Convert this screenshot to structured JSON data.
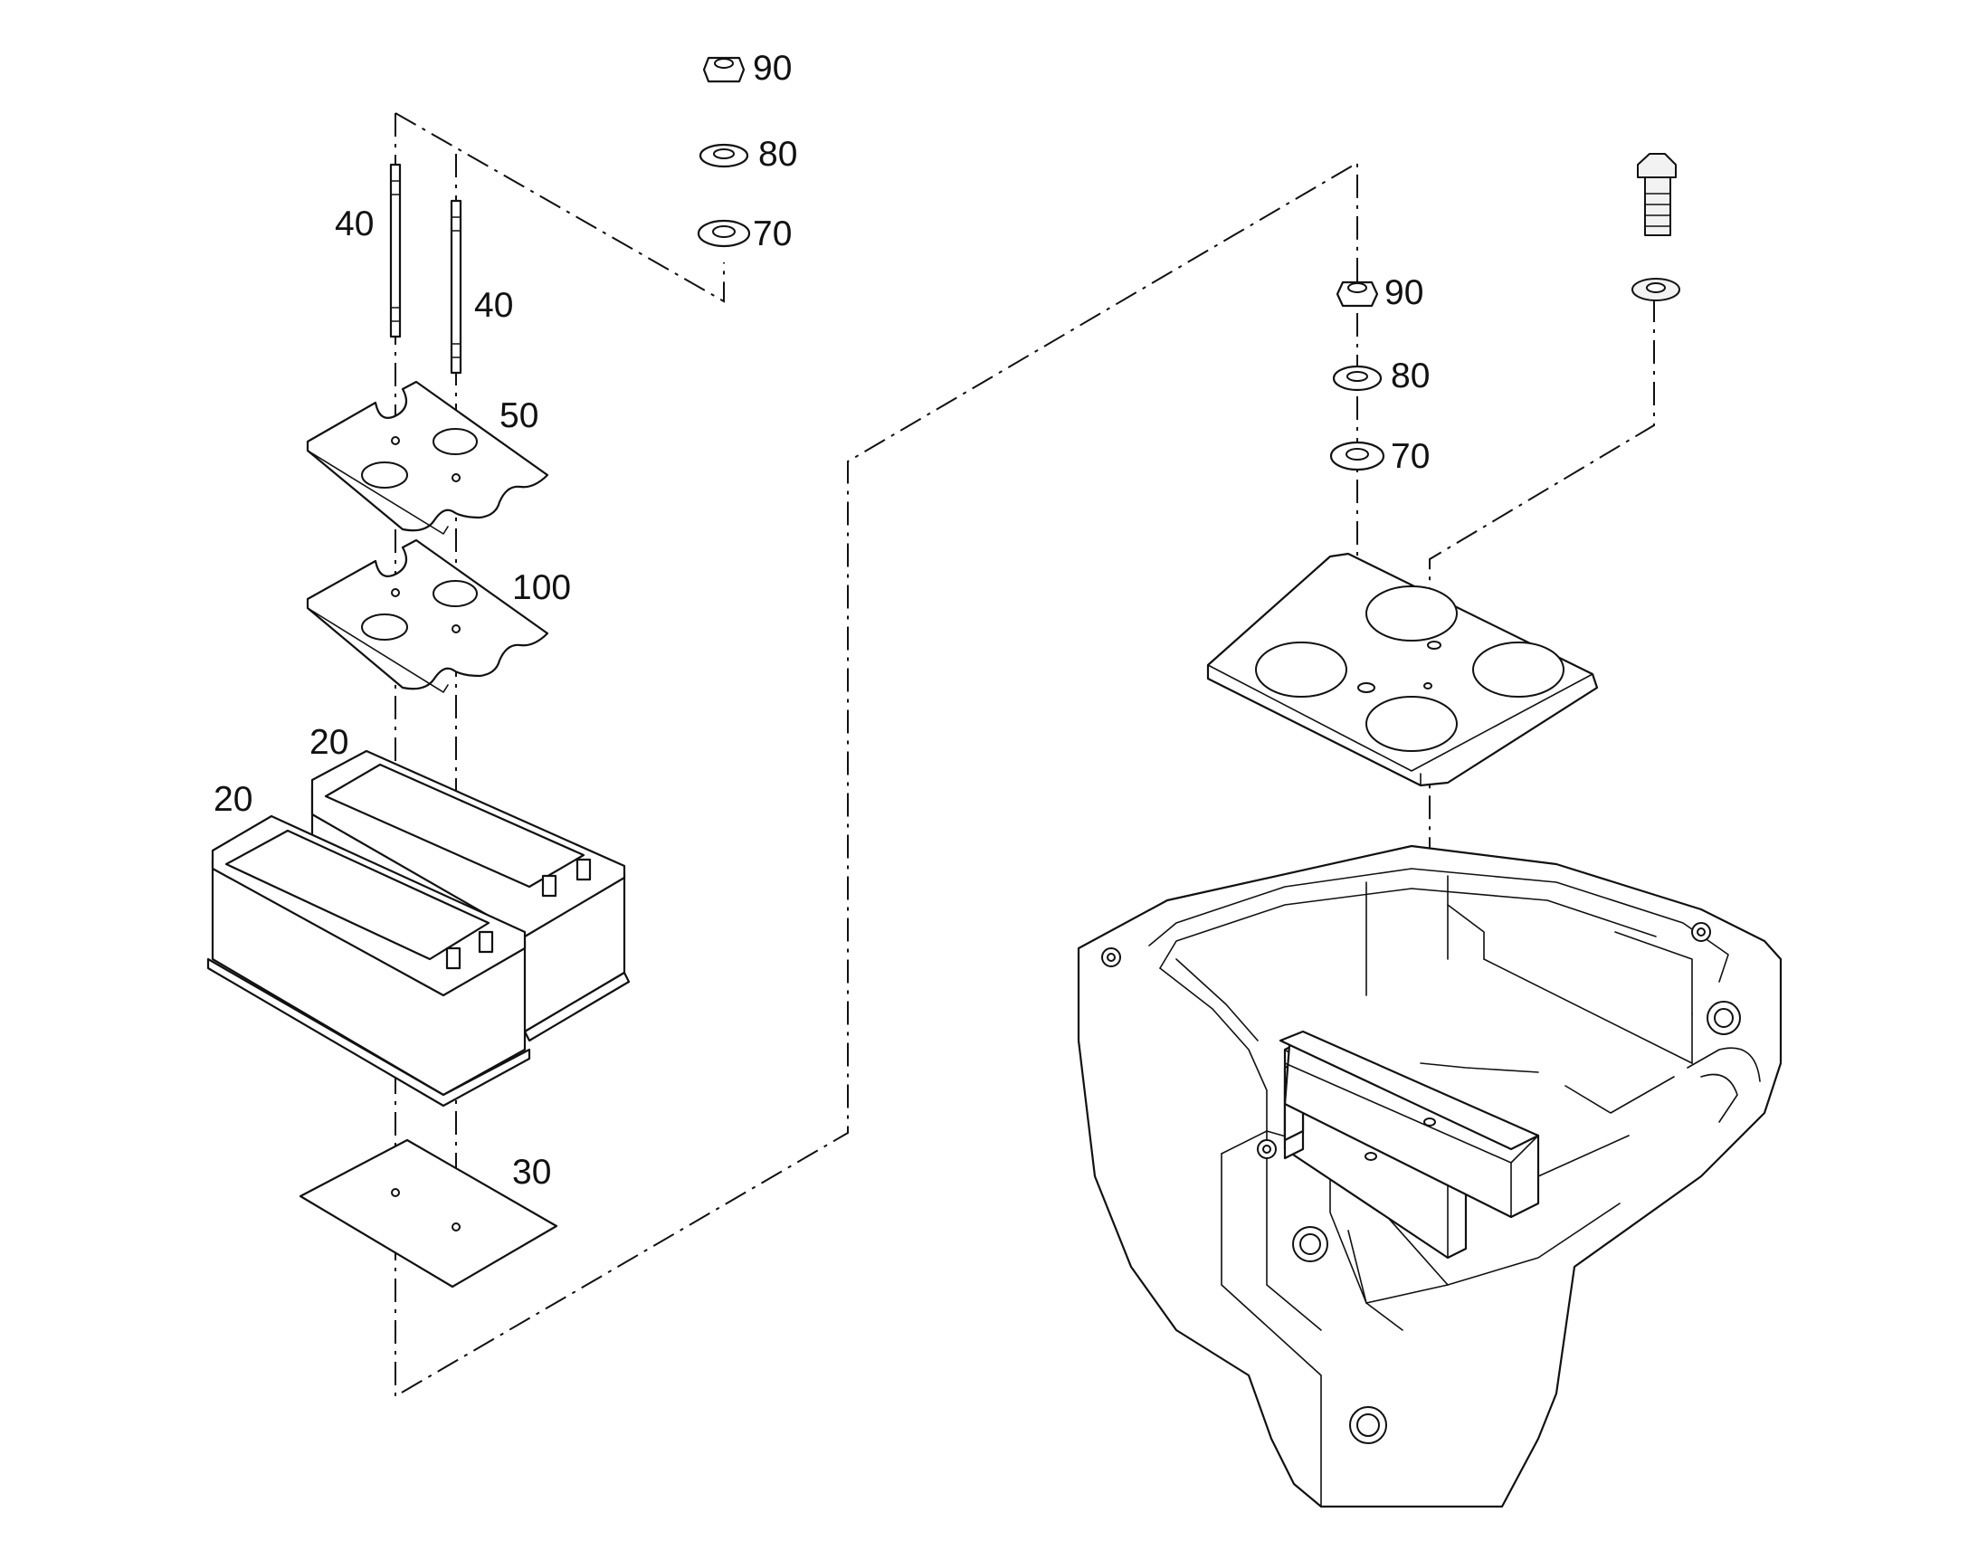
{
  "callouts": {
    "nut_top": "90",
    "lockwasher_top": "80",
    "washer_top": "70",
    "stud_left": "40",
    "stud_right": "40",
    "clamp_plate": "50",
    "insulator_plate": "100",
    "battery_rear": "20",
    "battery_front": "20",
    "base_mat": "30",
    "nut_right": "90",
    "lockwasher_right": "80",
    "washer_right": "70"
  }
}
